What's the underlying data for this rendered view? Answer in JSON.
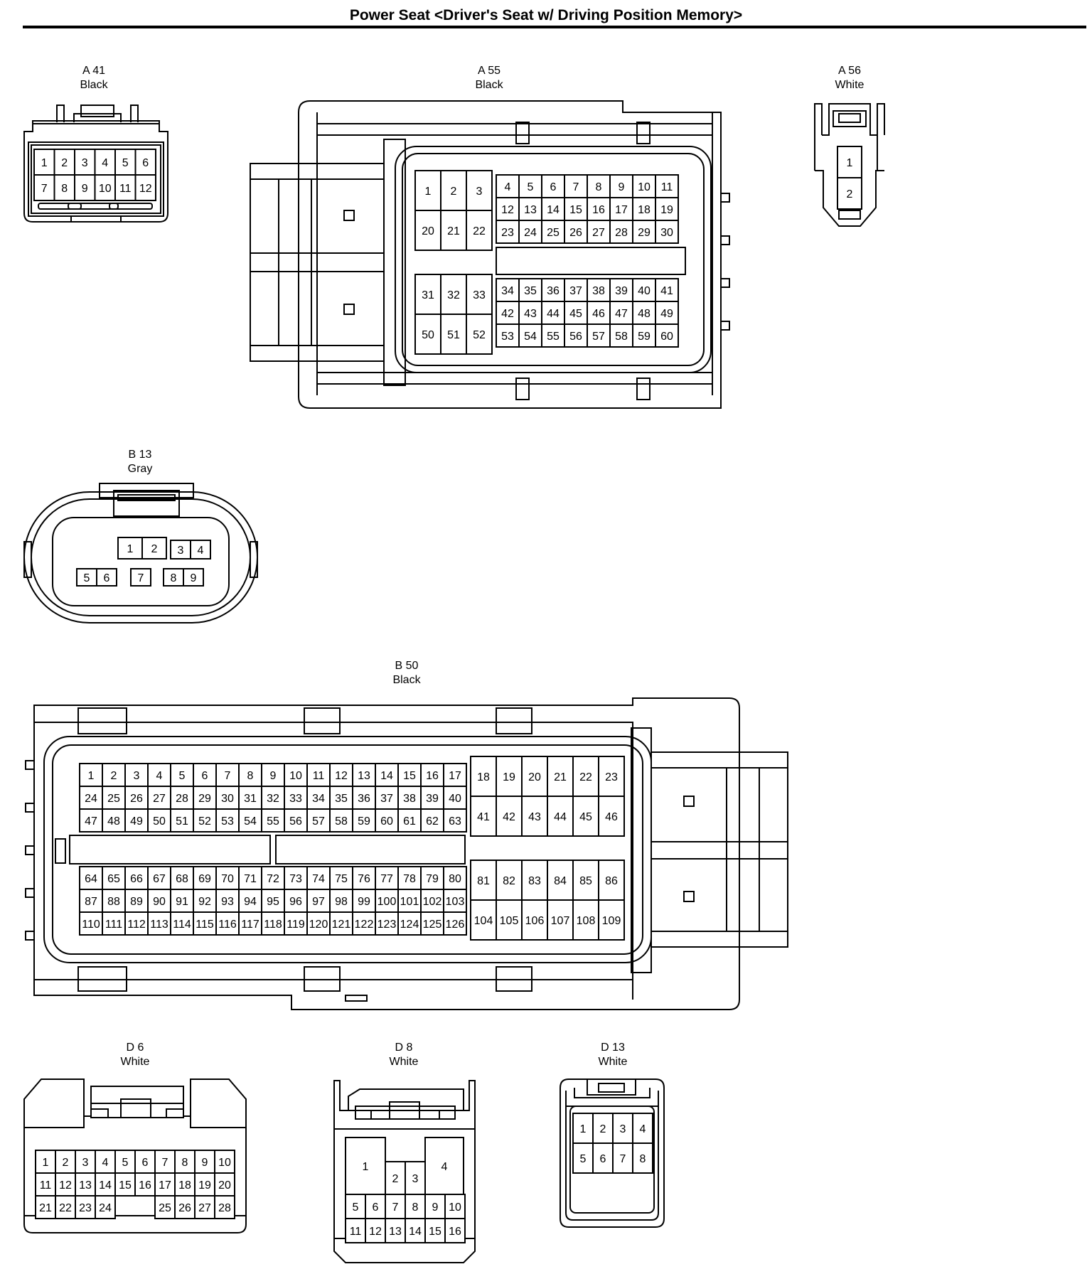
{
  "title": "Power Seat <Driver's Seat w/ Driving Position Memory>",
  "connectors": {
    "a41": {
      "id": "A 41",
      "color": "Black",
      "pins": [
        [
          "1",
          "2",
          "3",
          "4",
          "5",
          "6"
        ],
        [
          "7",
          "8",
          "9",
          "10",
          "11",
          "12"
        ]
      ]
    },
    "a55": {
      "id": "A 55",
      "color": "Black",
      "blockA": [
        [
          "1",
          "2",
          "3"
        ],
        [
          "20",
          "21",
          "22"
        ]
      ],
      "blockB": [
        [
          "4",
          "5",
          "6",
          "7",
          "8",
          "9",
          "10",
          "11"
        ],
        [
          "12",
          "13",
          "14",
          "15",
          "16",
          "17",
          "18",
          "19"
        ],
        [
          "23",
          "24",
          "25",
          "26",
          "27",
          "28",
          "29",
          "30"
        ]
      ],
      "blockC": [
        [
          "31",
          "32",
          "33"
        ],
        [
          "50",
          "51",
          "52"
        ]
      ],
      "blockD": [
        [
          "34",
          "35",
          "36",
          "37",
          "38",
          "39",
          "40",
          "41"
        ],
        [
          "42",
          "43",
          "44",
          "45",
          "46",
          "47",
          "48",
          "49"
        ],
        [
          "53",
          "54",
          "55",
          "56",
          "57",
          "58",
          "59",
          "60"
        ]
      ]
    },
    "a56": {
      "id": "A 56",
      "color": "White",
      "pins": [
        "1",
        "2"
      ]
    },
    "b13": {
      "id": "B 13",
      "color": "Gray",
      "row1": [
        "1",
        "2",
        "3",
        "4"
      ],
      "row2": [
        "5",
        "6",
        "7",
        "8",
        "9"
      ]
    },
    "b50": {
      "id": "B 50",
      "color": "Black",
      "blockA": [
        [
          "1",
          "2",
          "3",
          "4",
          "5",
          "6",
          "7",
          "8",
          "9",
          "10",
          "11",
          "12",
          "13",
          "14",
          "15",
          "16",
          "17"
        ],
        [
          "24",
          "25",
          "26",
          "27",
          "28",
          "29",
          "30",
          "31",
          "32",
          "33",
          "34",
          "35",
          "36",
          "37",
          "38",
          "39",
          "40"
        ],
        [
          "47",
          "48",
          "49",
          "50",
          "51",
          "52",
          "53",
          "54",
          "55",
          "56",
          "57",
          "58",
          "59",
          "60",
          "61",
          "62",
          "63"
        ]
      ],
      "blockB": [
        [
          "18",
          "19",
          "20",
          "21",
          "22",
          "23"
        ],
        [
          "41",
          "42",
          "43",
          "44",
          "45",
          "46"
        ]
      ],
      "blockC": [
        [
          "64",
          "65",
          "66",
          "67",
          "68",
          "69",
          "70",
          "71",
          "72",
          "73",
          "74",
          "75",
          "76",
          "77",
          "78",
          "79",
          "80"
        ],
        [
          "87",
          "88",
          "89",
          "90",
          "91",
          "92",
          "93",
          "94",
          "95",
          "96",
          "97",
          "98",
          "99",
          "100",
          "101",
          "102",
          "103"
        ],
        [
          "110",
          "111",
          "112",
          "113",
          "114",
          "115",
          "116",
          "117",
          "118",
          "119",
          "120",
          "121",
          "122",
          "123",
          "124",
          "125",
          "126"
        ]
      ],
      "blockD": [
        [
          "81",
          "82",
          "83",
          "84",
          "85",
          "86"
        ],
        [
          "104",
          "105",
          "106",
          "107",
          "108",
          "109"
        ]
      ]
    },
    "d6": {
      "id": "D 6",
      "color": "White",
      "row1": [
        "1",
        "2",
        "3",
        "4",
        "5",
        "6",
        "7",
        "8",
        "9",
        "10"
      ],
      "row2": [
        "11",
        "12",
        "13",
        "14",
        "15",
        "16",
        "17",
        "18",
        "19",
        "20"
      ],
      "row3a": [
        "21",
        "22",
        "23",
        "24"
      ],
      "row3b": [
        "25",
        "26",
        "27",
        "28"
      ]
    },
    "d8": {
      "id": "D 8",
      "color": "White",
      "big1": "1",
      "small": [
        "2",
        "3"
      ],
      "big4": "4",
      "row2": [
        "5",
        "6",
        "7",
        "8",
        "9",
        "10"
      ],
      "row3": [
        "11",
        "12",
        "13",
        "14",
        "15",
        "16"
      ]
    },
    "d13": {
      "id": "D 13",
      "color": "White",
      "pins": [
        [
          "1",
          "2",
          "3",
          "4"
        ],
        [
          "5",
          "6",
          "7",
          "8"
        ]
      ]
    }
  }
}
